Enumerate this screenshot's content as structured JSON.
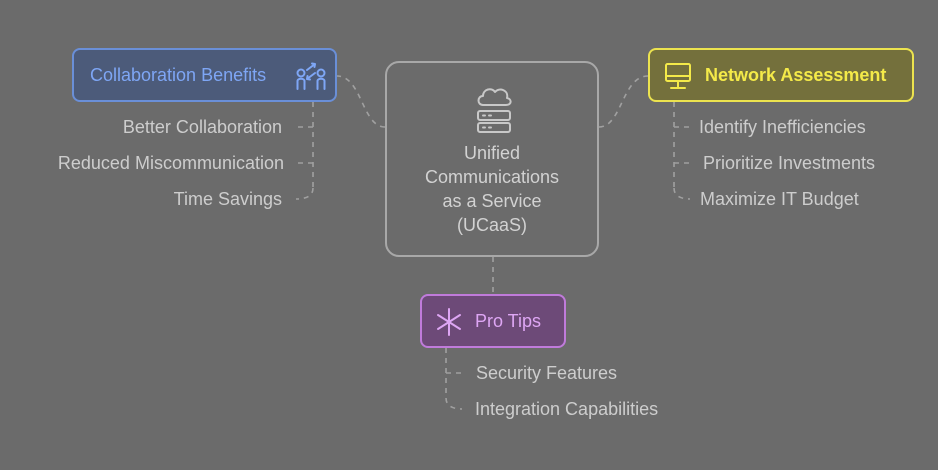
{
  "center": {
    "title": "Unified\nCommunications\nas a Service\n(UCaaS)",
    "icon": "cloud-server-icon"
  },
  "branches": {
    "collaboration": {
      "label": "Collaboration Benefits",
      "icon": "people-swap-icon",
      "color": "#7ea6f5",
      "items": [
        "Better Collaboration",
        "Reduced Miscommunication",
        "Time Savings"
      ]
    },
    "network": {
      "label": "Network Assessment",
      "icon": "monitor-icon",
      "color": "#f4ea49",
      "items": [
        "Identify Inefficiencies",
        "Prioritize Investments",
        "Maximize IT Budget"
      ]
    },
    "tips": {
      "label": "Pro Tips",
      "icon": "asterisk-icon",
      "color": "#dea6f4",
      "items": [
        "Security Features",
        "Integration Capabilities"
      ]
    }
  }
}
